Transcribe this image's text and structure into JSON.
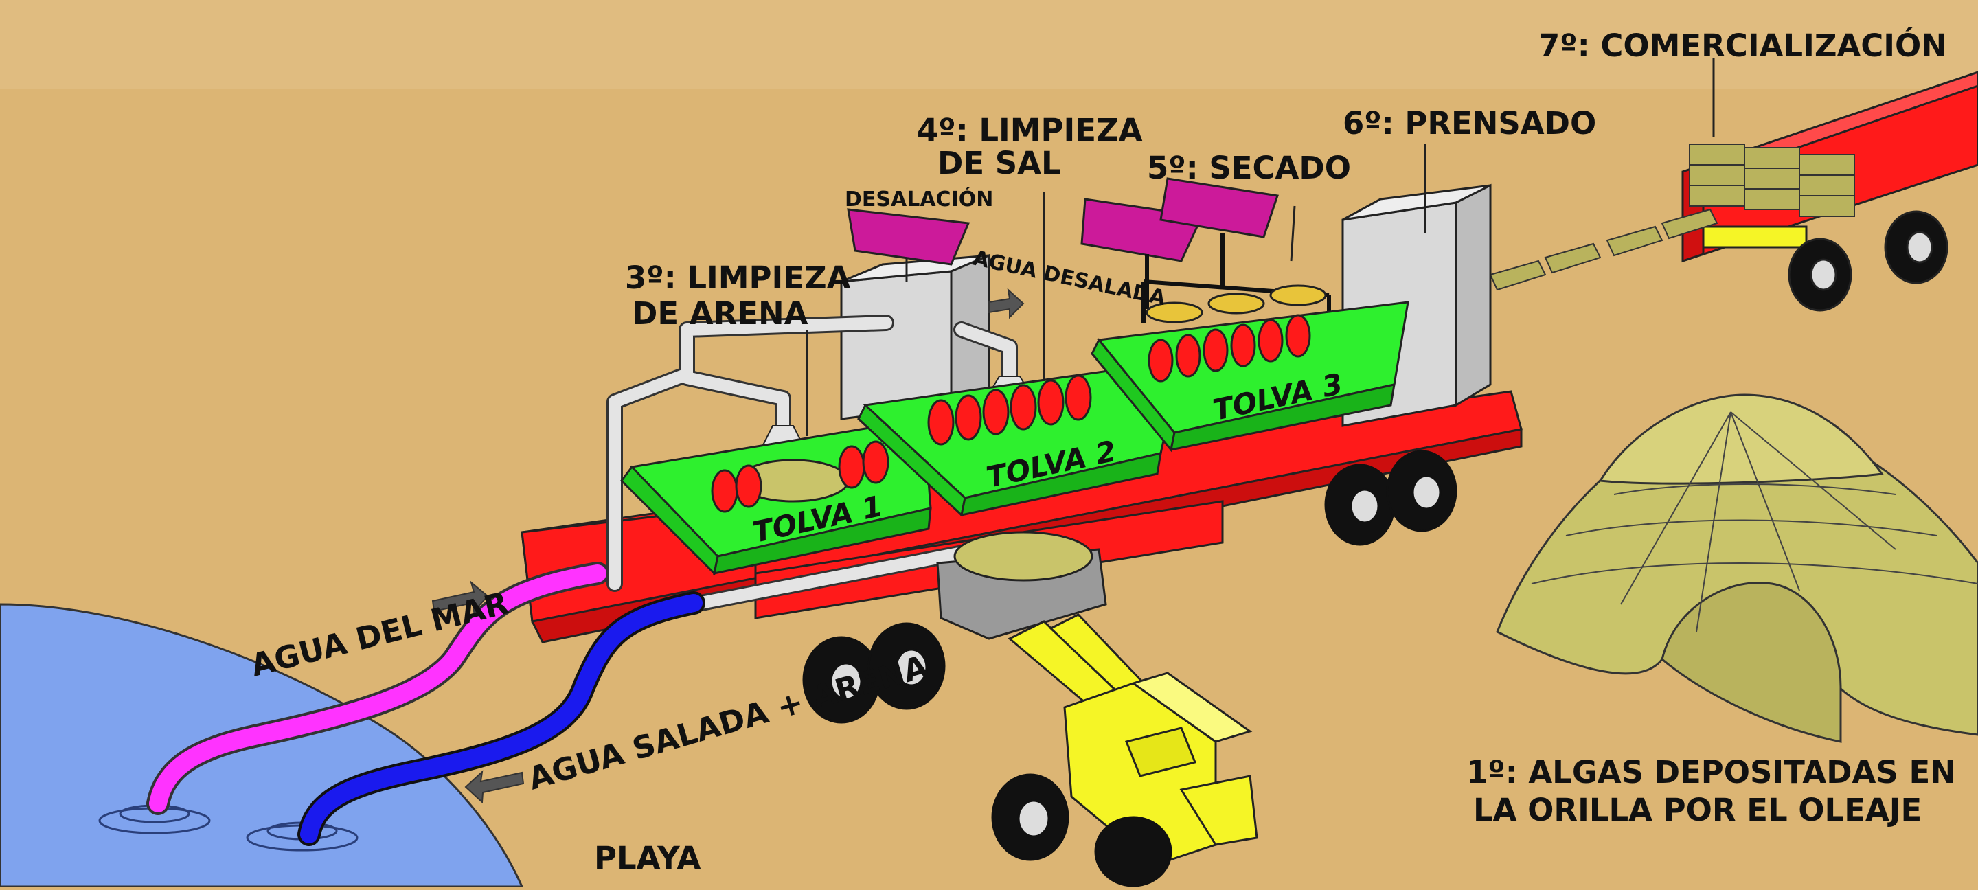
{
  "diagram": {
    "steps": {
      "step1_line1": "1º: ALGAS DEPOSITADAS EN",
      "step1_line2": "LA ORILLA POR EL OLEAJE",
      "step3_line1": "3º: LIMPIEZA",
      "step3_line2": "DE ARENA",
      "step4_line1": "4º: LIMPIEZA",
      "step4_line2": "DE SAL",
      "step5": "5º: SECADO",
      "step6": "6º: PRENSADO",
      "step7": "7º: COMERCIALIZACIÓN"
    },
    "labels": {
      "desalacion": "DESALACIÓN",
      "agua_desalada": "AGUA DESALADA",
      "agua_del_mar": "AGUA DEL MAR",
      "agua_salada_arena": "AGUA SALADA + ARENA",
      "playa": "PLAYA"
    },
    "hoppers": [
      "TOLVA 1",
      "TOLVA 2",
      "TOLVA 3"
    ],
    "colors": {
      "background": "#dcb574",
      "sea": "#7fa3ee",
      "trailer": "#ff1a1a",
      "hopper": "#2ef02e",
      "solar_panel": "#cc1a9a",
      "seawater_pipe": "#ff33ff",
      "return_pipe": "#1a1aee",
      "loader": "#f5f526",
      "algae_heap": "#c9c46a"
    }
  }
}
